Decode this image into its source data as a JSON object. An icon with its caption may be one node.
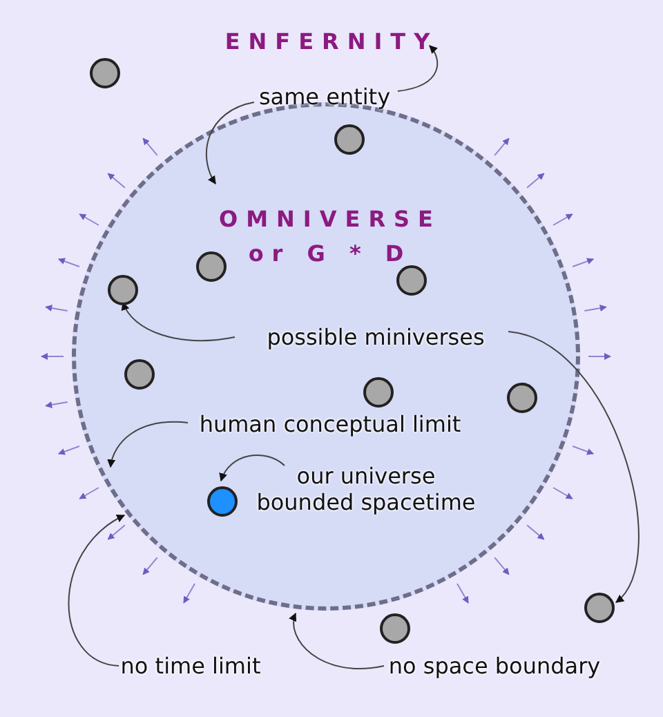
{
  "diagram": {
    "nodes": [
      {
        "text": [
          "ENFERNITY"
        ]
      },
      {
        "text": [],
        "shape": "circle"
      },
      {
        "text": [
          "same entity"
        ]
      },
      {
        "text": [
          "OMNIVERSE or G * D"
        ]
      },
      {
        "text": [],
        "shape": "circle",
        "in": 3
      },
      {
        "text": [],
        "shape": "circle",
        "in": 3
      },
      {
        "text": [],
        "shape": "circle",
        "in": 3
      },
      {
        "text": [],
        "shape": "circle",
        "in": 3
      },
      {
        "text": [
          "possible miniverses"
        ],
        "in": 3
      },
      {
        "text": [],
        "shape": "circle",
        "in": 3
      },
      {
        "text": [],
        "shape": "circle",
        "in": 3
      },
      {
        "text": [],
        "shape": "circle",
        "in": 3
      },
      {
        "text": [
          "human conceptual limit"
        ],
        "in": 3
      },
      {
        "text": [
          "our universe bounded spacetime"
        ],
        "in": 3
      },
      {
        "text": [],
        "shape": "circle",
        "in": 3
      },
      {
        "text": [],
        "shape": "circle"
      },
      {
        "text": [],
        "shape": "circle"
      },
      {
        "text": [
          "no time limit"
        ]
      },
      {
        "text": [
          "no space boundary"
        ]
      }
    ],
    "edges": [
      {
        "from": 2,
        "to": 0,
        "arrow": "to"
      },
      {
        "from": 2,
        "to": 3,
        "arrow": "to"
      },
      {
        "from": 8,
        "to": 7,
        "arrow": "to"
      },
      {
        "from": 8,
        "to": 15,
        "arrow": "to"
      },
      {
        "from": 12,
        "to": 3,
        "arrow": "to"
      },
      {
        "from": 13,
        "to": 14,
        "arrow": "to"
      },
      {
        "from": 17,
        "to": 3,
        "arrow": "to"
      },
      {
        "from": 18,
        "to": 3,
        "arrow": "to"
      }
    ]
  }
}
